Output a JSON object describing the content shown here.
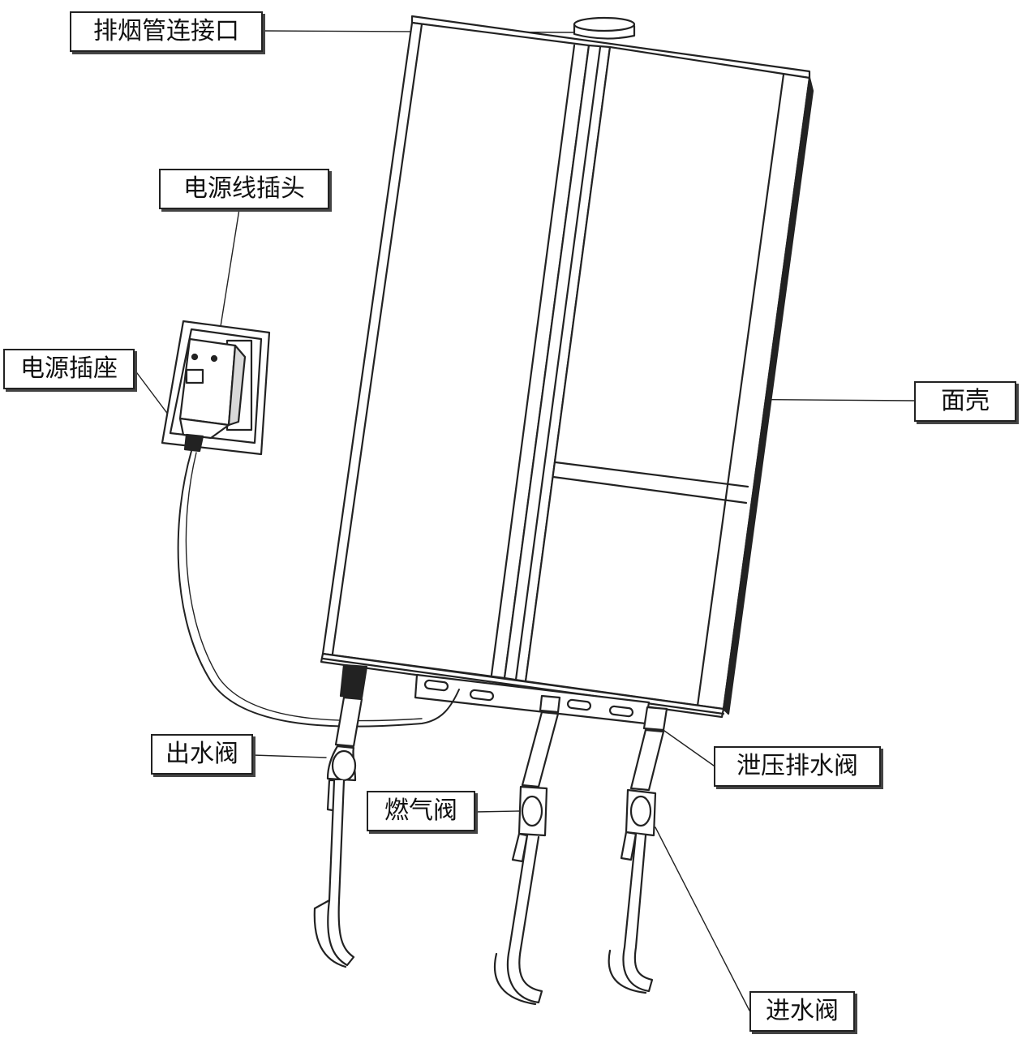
{
  "labels": {
    "flue": "排烟管连接口",
    "plug": "电源线插头",
    "socket": "电源插座",
    "panel": "面壳",
    "outlet_valve": "出水阀",
    "relief_valve": "泄压排水阀",
    "gas_valve": "燃气阀",
    "inlet_valve": "进水阀"
  },
  "colors": {
    "line": "#222222",
    "fill": "#ffffff",
    "shade": "#d9d9d9"
  }
}
